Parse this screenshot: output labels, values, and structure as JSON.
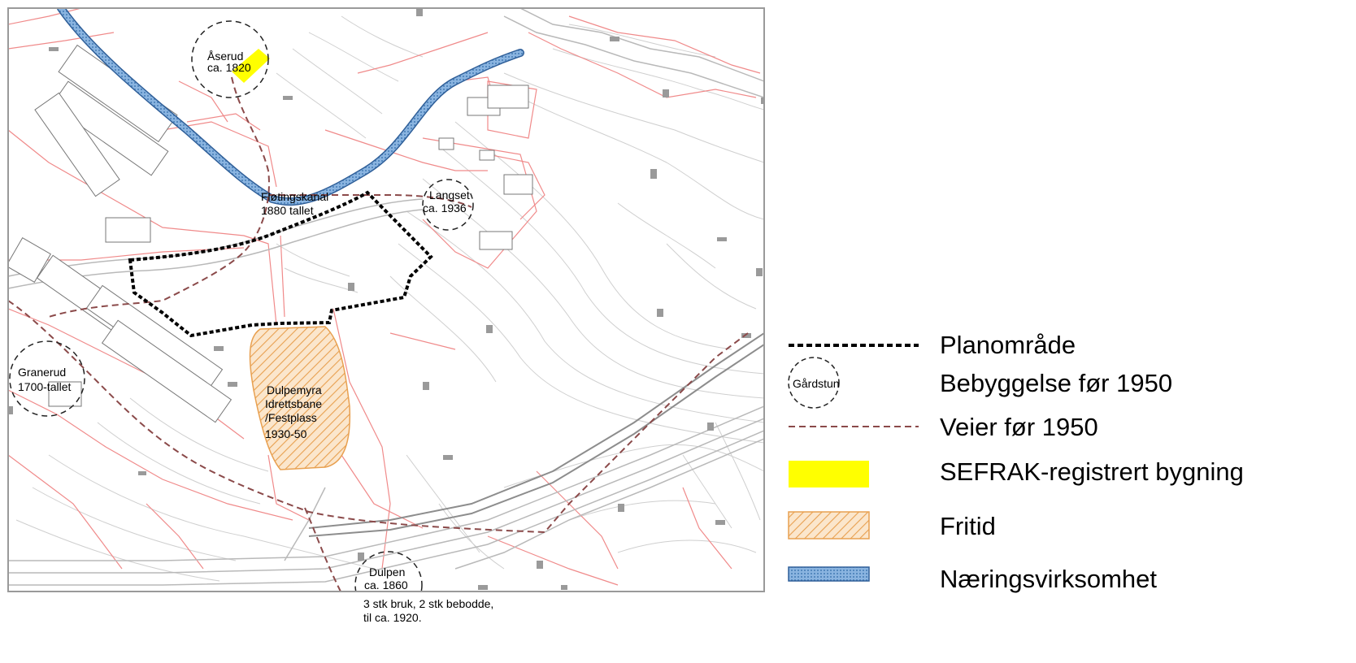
{
  "map": {
    "labels": {
      "aserud_name": "Åserud",
      "aserud_date": "ca. 1820",
      "flotingskanal_name": "Fløtingskanal",
      "flotingskanal_date": "1880 tallet",
      "langset_name": "Langset",
      "langset_date": "ca. 1936",
      "granerud_name": "Granerud",
      "granerud_date": "1700-tallet",
      "dulpemyra_line1": "Dulpemyra",
      "dulpemyra_line2": "Idrettsbane",
      "dulpemyra_line3": "/Festplass",
      "dulpemyra_line4": "1930-50",
      "dulpen_name": "Dulpen",
      "dulpen_date": "ca. 1860",
      "dulpen_note1": "3 stk bruk, 2 stk bebodde,",
      "dulpen_note2": "til ca. 1920."
    }
  },
  "legend": {
    "items": [
      {
        "symbol": "dashed-black-line",
        "label": "Planområde"
      },
      {
        "symbol": "dashed-circle",
        "symbol_text": "Gårdstun",
        "label": "Bebyggelse før 1950"
      },
      {
        "symbol": "dashed-brown-line",
        "label": "Veier før 1950"
      },
      {
        "symbol": "yellow-fill",
        "label": "SEFRAK-registrert bygning"
      },
      {
        "symbol": "orange-hatch",
        "label": "Fritid"
      },
      {
        "symbol": "blue-hatch",
        "label": "Næringsvirksomhet"
      }
    ]
  },
  "colors": {
    "plan_boundary": "#000000",
    "old_roads": "#8b4a4a",
    "sefrak": "#ffff00",
    "fritid": "#e8a050",
    "naering": "#4a86c8",
    "property_lines": "#f08080",
    "contours": "#c8c8c8"
  }
}
